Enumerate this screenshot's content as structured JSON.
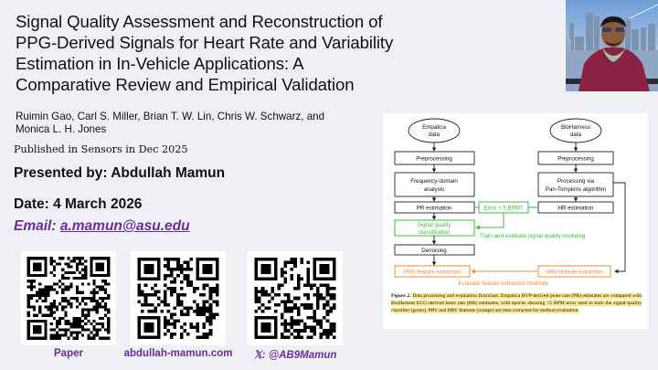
{
  "slide": {
    "title": "Signal Quality Assessment and Reconstruction of PPG-Derived Signals for Heart Rate and Variability Estimation in In-Vehicle Applications: A Comparative Review and Empirical Validation",
    "authors": "Ruimin Gao, Carl S. Miller, Brian T. W. Lin, Chris W. Schwarz, and Monica L. H. Jones",
    "published": "Published in Sensors in Dec 2025",
    "presented_by": "Presented by: Abdullah Mamun",
    "date": "Date: 4 March 2026",
    "email_label": "Email: ",
    "email": "a.mamun@asu.edu",
    "accent_color": "#6b2d9e"
  },
  "qr_codes": [
    {
      "label": "Paper",
      "icon": "qr-code-icon"
    },
    {
      "label": "abdullah-mamun.com",
      "icon": "qr-code-icon"
    },
    {
      "label": "𝕏: @AB9Mamun",
      "icon": "qr-code-icon"
    }
  ],
  "photo": {
    "description": "presenter-photo"
  },
  "figure": {
    "nodes": {
      "empatica_1": "Empatica",
      "empatica_2": "data",
      "bioharness_1": "BioHarness",
      "bioharness_2": "data",
      "preprocessing_left": "Preprocessing",
      "preprocessing_right": "Preprocessing",
      "freq_1": "Frequency-domain",
      "freq_2": "analysis",
      "pt_1": "Processing via",
      "pt_2": "Pan-Tompkins algorithm",
      "pr_estimation": "PR estimation",
      "hr_estimation": "HR estimation",
      "error_check": "Error < 5 BPM?",
      "sq_1": "Signal quality",
      "sq_2": "classification",
      "train_label": "Train and evaluate signal quality modeling",
      "denoising": "Denoising",
      "prv": "PRV feature extraction",
      "hrv": "HRV feature extraction",
      "evaluate_label": "Evaluate feature extraction methods"
    },
    "colors": {
      "green": "#3dbb3d",
      "orange": "#f08a3c",
      "black": "#222222",
      "highlight": "#ffe88a"
    },
    "caption_label": "Figure 2.",
    "caption_text": "Data processing and evaluation flowchart. Empatica BVP-derived pulse rate (PR) estimates are compared with BioHarness ECG-derived heart rate (HR) estimates, with epochs showing <5 BPM error used to train the signal-quality classifier (green).  PRV and HRV features (orange) are then extracted for method evaluation."
  }
}
